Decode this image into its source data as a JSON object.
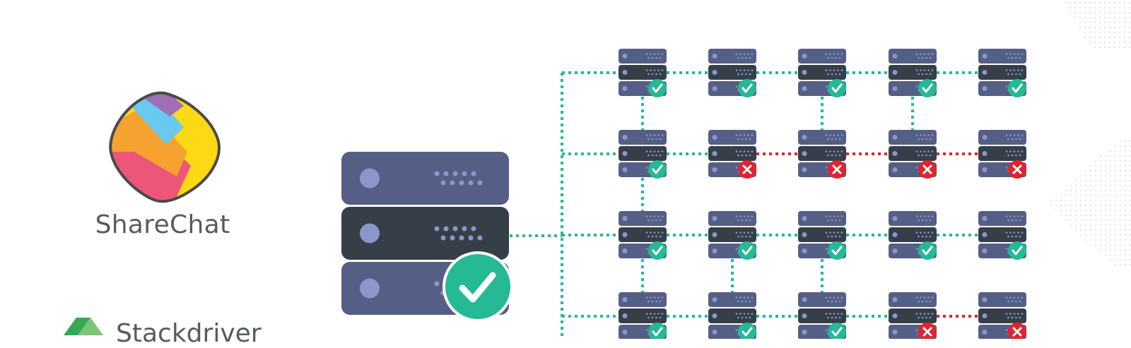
{
  "brand": {
    "name": "ShareChat",
    "logo_icon": "sharechat-logo-icon"
  },
  "monitoring": {
    "name": "Stackdriver",
    "logo_icon": "stackdriver-logo-icon"
  },
  "colors": {
    "ok": "#25b996",
    "fail": "#e0242f",
    "server_light": "#555e84",
    "server_dark": "#363f48",
    "led": "#8d96cb",
    "link_ok": "#25b996",
    "link_fail": "#e0242f"
  },
  "grid": {
    "rows": [
      {
        "nodes": [
          "ok",
          "ok",
          "ok",
          "ok",
          "ok"
        ],
        "links": [
          "ok",
          "ok",
          "ok",
          "ok"
        ]
      },
      {
        "nodes": [
          "ok",
          "fail",
          "fail",
          "fail",
          "fail"
        ],
        "links": [
          "ok",
          "fail",
          "fail",
          "fail"
        ]
      },
      {
        "nodes": [
          "ok",
          "ok",
          "ok",
          "ok",
          "ok"
        ],
        "links": [
          "ok",
          "ok",
          "ok",
          "ok"
        ]
      },
      {
        "nodes": [
          "ok",
          "ok",
          "ok",
          "fail",
          "fail"
        ],
        "links": [
          "ok",
          "ok",
          "ok",
          "fail"
        ]
      }
    ],
    "vertical_links": [
      {
        "col": 0,
        "from_row": 0,
        "to_row": 3
      },
      {
        "col": 2,
        "from_row": 0,
        "to_row": 1
      },
      {
        "col": 3,
        "from_row": 0,
        "to_row": 1
      },
      {
        "col": 1,
        "from_row": 2,
        "to_row": 3
      },
      {
        "col": 2,
        "from_row": 2,
        "to_row": 3
      }
    ]
  },
  "main_server": {
    "status": "ok"
  }
}
